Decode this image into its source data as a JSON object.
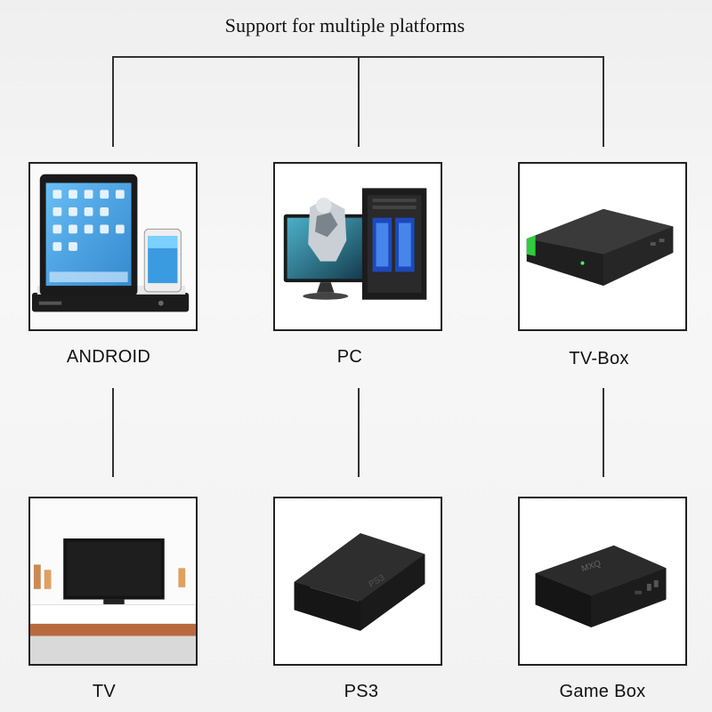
{
  "title": "Support for multiple platforms",
  "platforms": [
    {
      "label": "ANDROID",
      "icon": "tablet-and-phone-dock-icon"
    },
    {
      "label": "PC",
      "icon": "desktop-pc-icon"
    },
    {
      "label": "TV-Box",
      "icon": "tv-box-icon"
    },
    {
      "label": "TV",
      "icon": "television-icon"
    },
    {
      "label": "PS3",
      "icon": "ps3-console-icon"
    },
    {
      "label": "Game Box",
      "icon": "mxq-game-box-icon"
    }
  ],
  "colors": {
    "line": "#333333",
    "tile_border": "#222222",
    "background": "#f2f2f2"
  }
}
